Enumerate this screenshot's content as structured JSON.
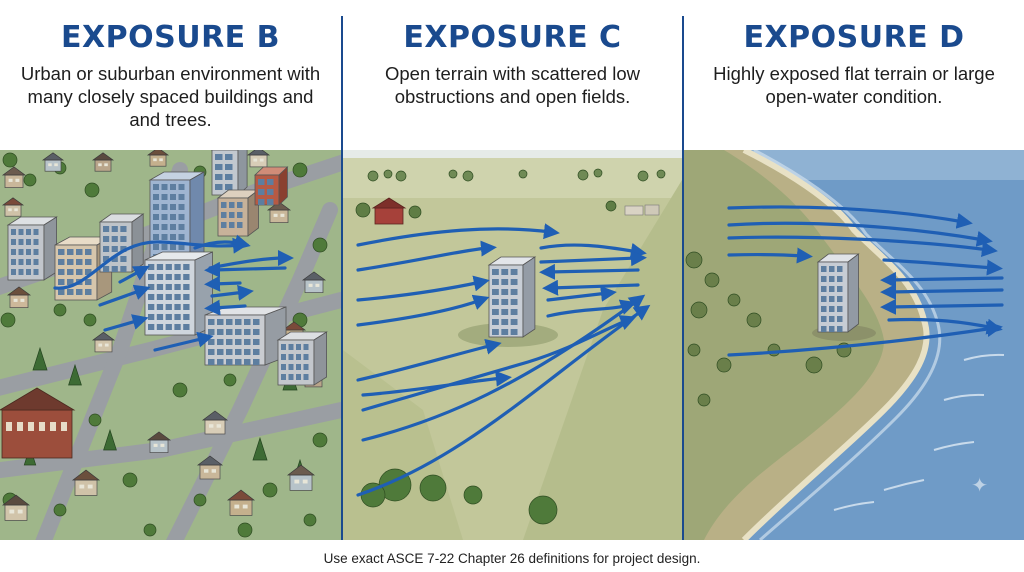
{
  "colors": {
    "title": "#1a4a8e",
    "arrow": "#1f5fb4",
    "divider": "#1a4a8e"
  },
  "panels": [
    {
      "title": "EXPOSURE B",
      "description": "Urban or suburban environment with many closely spaced buildings and and trees."
    },
    {
      "title": "EXPOSURE C",
      "description": "Open terrain with scattered low obstructions and open fields."
    },
    {
      "title": "EXPOSURE D",
      "description": "Highly exposed flat terrain or large open-water condition."
    }
  ],
  "footer": "Use exact ASCE 7-22 Chapter 26 definitions for project design.",
  "icons": {
    "wind": "wind-arrow-icon",
    "building": "office-building-icon",
    "sparkle": "sparkle-icon"
  }
}
